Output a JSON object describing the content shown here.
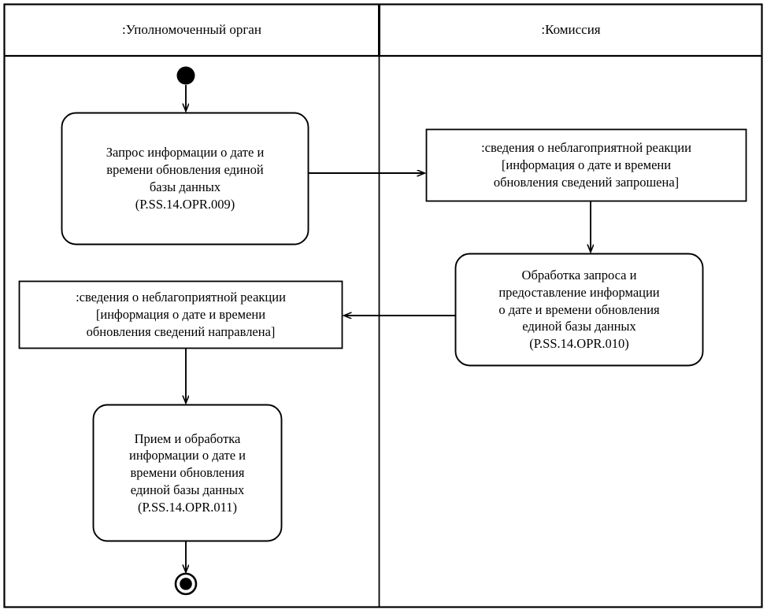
{
  "diagram": {
    "type": "uml-activity-diagram",
    "title": "",
    "lanes": [
      {
        "id": "lane-left",
        "label": ":Уполномоченный орган"
      },
      {
        "id": "lane-right",
        "label": ":Комиссия"
      }
    ],
    "nodes": [
      {
        "id": "start",
        "kind": "initial-node",
        "lane": "lane-left",
        "label": ""
      },
      {
        "id": "activity-opr-009",
        "kind": "activity",
        "lane": "lane-left",
        "lines": [
          "Запрос информации о дате и",
          "времени обновления единой",
          "базы данных",
          "(P.SS.14.OPR.009)"
        ],
        "code": "P.SS.14.OPR.009"
      },
      {
        "id": "object-requested",
        "kind": "object-node",
        "lane": "lane-right",
        "lines": [
          ":сведения о неблагоприятной реакции",
          "[информация о дате и времени",
          "обновления сведений запрошена]"
        ],
        "state": "информация о дате и времени обновления сведений запрошена"
      },
      {
        "id": "activity-opr-010",
        "kind": "activity",
        "lane": "lane-right",
        "lines": [
          "Обработка запроса и",
          "предоставление информации",
          "о дате и времени обновления",
          "единой базы данных",
          "(P.SS.14.OPR.010)"
        ],
        "code": "P.SS.14.OPR.010"
      },
      {
        "id": "object-sent",
        "kind": "object-node",
        "lane": "lane-left",
        "lines": [
          ":сведения о неблагоприятной реакции",
          "[информация о дате и времени",
          "обновления сведений направлена]"
        ],
        "state": "информация о дате и времени обновления сведений направлена"
      },
      {
        "id": "activity-opr-011",
        "kind": "activity",
        "lane": "lane-left",
        "lines": [
          "Прием и обработка",
          "информации о дате и",
          "времени обновления",
          "единой базы данных",
          "(P.SS.14.OPR.011)"
        ],
        "code": "P.SS.14.OPR.011"
      },
      {
        "id": "end",
        "kind": "final-node",
        "lane": "lane-left",
        "label": ""
      }
    ],
    "edges": [
      {
        "id": "edge-start-to-009",
        "from": "start",
        "to": "activity-opr-009",
        "label": ""
      },
      {
        "id": "edge-009-to-object-requested",
        "from": "activity-opr-009",
        "to": "object-requested",
        "label": ""
      },
      {
        "id": "edge-object-requested-to-010",
        "from": "object-requested",
        "to": "activity-opr-010",
        "label": ""
      },
      {
        "id": "edge-010-to-object-sent",
        "from": "activity-opr-010",
        "to": "object-sent",
        "label": ""
      },
      {
        "id": "edge-object-sent-to-011",
        "from": "object-sent",
        "to": "activity-opr-011",
        "label": ""
      },
      {
        "id": "edge-011-to-end",
        "from": "activity-opr-011",
        "to": "end",
        "label": ""
      }
    ],
    "colors": {
      "stroke": "#000000",
      "fill": "#ffffff",
      "text": "#000000"
    }
  }
}
